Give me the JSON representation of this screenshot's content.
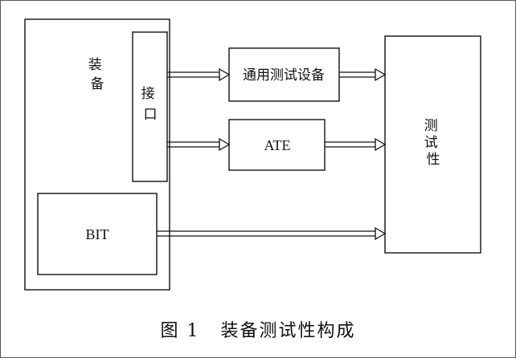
{
  "diagram": {
    "nodes": {
      "equipment": {
        "label": "装备"
      },
      "interface": {
        "label": "接口"
      },
      "bit": {
        "label": "BIT"
      },
      "general_test_equipment": {
        "label": "通用测试设备"
      },
      "ate": {
        "label": "ATE"
      },
      "testability": {
        "label": "测试性"
      }
    },
    "edges": [
      {
        "from": "interface",
        "to": "general_test_equipment"
      },
      {
        "from": "general_test_equipment",
        "to": "testability"
      },
      {
        "from": "interface",
        "to": "ate"
      },
      {
        "from": "ate",
        "to": "testability"
      },
      {
        "from": "bit",
        "to": "testability"
      }
    ]
  },
  "caption": {
    "number": "图 1",
    "title": "装备测试性构成"
  },
  "colors": {
    "stroke": "#111111",
    "background": "#ffffff"
  }
}
